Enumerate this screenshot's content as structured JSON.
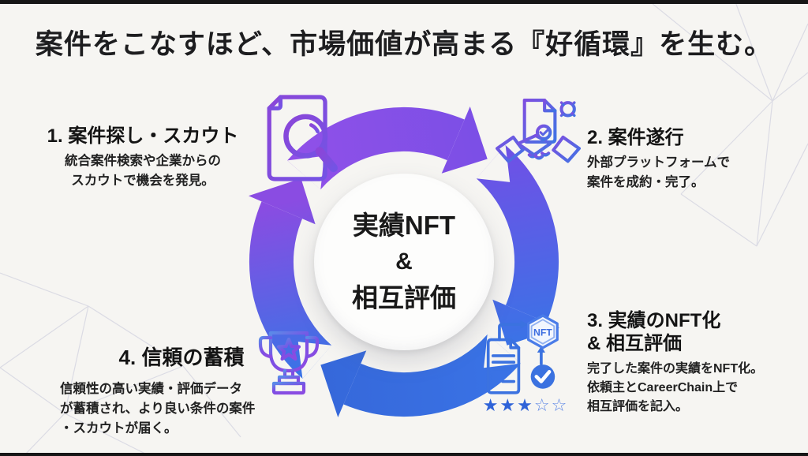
{
  "title": "案件をこなすほど、市場価値が高まる『好循環』を生む。",
  "center_circle": {
    "line1": "実績NFT",
    "line2": "&",
    "line3": "相互評価"
  },
  "steps": {
    "step1": {
      "heading": "1. 案件探し・スカウト",
      "desc1": "統合案件検索や企業からの",
      "desc2": "スカウトで機会を発見。",
      "icon": "document-search-icon"
    },
    "step2": {
      "heading": "2. 案件遂行",
      "desc1": "外部プラットフォームで",
      "desc2": "案件を成約・完了。",
      "icon": "handshake-gear-icon"
    },
    "step3": {
      "heading1": "3. 実績のNFT化",
      "heading2": "& 相互評価",
      "desc1": "完了した案件の実績をNFT化。",
      "desc2": "依頼主とCareerChain上で",
      "desc3": "相互評価を記入。",
      "icon": "nft-mint-icon"
    },
    "step4": {
      "heading": "4. 信頼の蓄積",
      "desc1": "信頼性の高い実績・評価データ",
      "desc2": "が蓄積され、より良い条件の案件",
      "desc3": "・スカウトが届く。",
      "icon": "trophy-icon"
    }
  },
  "badges": {
    "nft": "NFT"
  },
  "rating": {
    "filled_stars": "★★★",
    "empty_stars": "☆☆",
    "filled": 3,
    "total": 5
  },
  "colors": {
    "purple": "#8a4be0",
    "blue": "#3c70e0",
    "background": "#f6f5f2",
    "text": "#1c1c1c",
    "star_filled": "#2f63d8"
  }
}
